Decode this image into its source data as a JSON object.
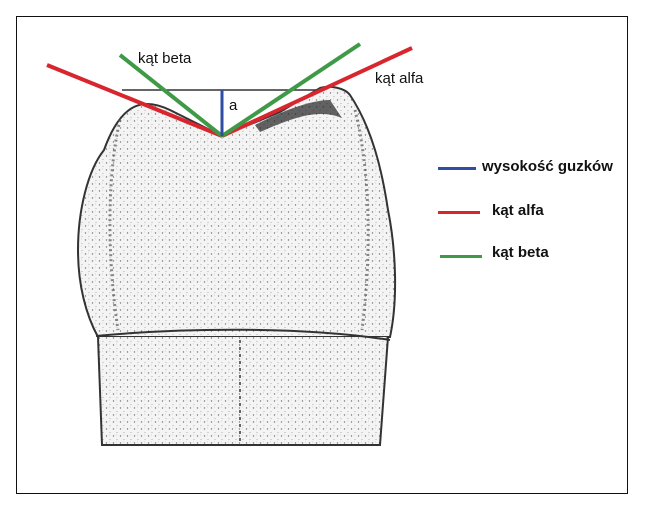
{
  "labels": {
    "beta": "kąt beta",
    "alfa": "kąt alfa",
    "a": "a"
  },
  "legend": [
    {
      "text": "wysokość guzków",
      "color": "#2f4ea2"
    },
    {
      "text": "kąt alfa",
      "color": "#d8262e"
    },
    {
      "text": "kąt beta",
      "color": "#3f9a47"
    }
  ],
  "colors": {
    "blue": "#2f4ea2",
    "red": "#d8262e",
    "green": "#3f9a47"
  }
}
